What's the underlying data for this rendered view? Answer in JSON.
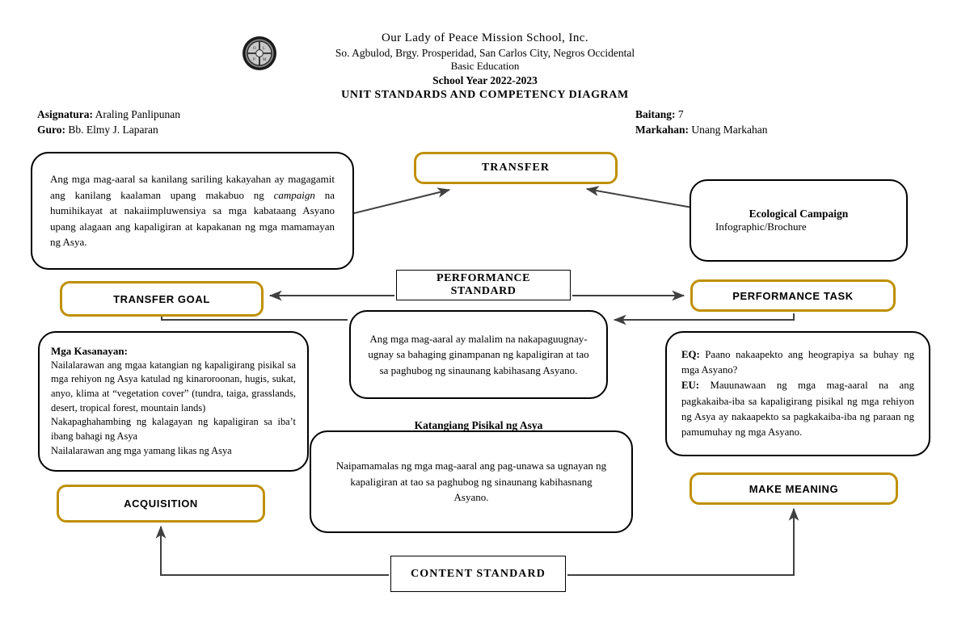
{
  "header": {
    "logo_icon": "school-seal-icon",
    "school_name": "Our Lady of Peace Mission School, Inc.",
    "address": "So. Agbulod, Brgy. Prosperidad, San Carlos City, Negros Occidental",
    "department": "Basic Education",
    "school_year": "School Year 2022-2023",
    "document_title": "UNIT STANDARDS AND COMPETENCY DIAGRAM"
  },
  "meta": {
    "subject_label": "Asignatura:",
    "subject_value": "Araling Panlipunan",
    "teacher_label": "Guro:",
    "teacher_value": "Bb. Elmy J. Laparan",
    "grade_label": "Baitang:",
    "grade_value": "7",
    "quarter_label": "Markahan:",
    "quarter_value": "Unang Markahan"
  },
  "diagram": {
    "transfer_goal_statement": {
      "part1": "Ang mga mag-aaral sa kanilang sariling kakayahan ay magagamit ang kanilang kaalaman upang makabuo ng ",
      "emphasis": "campaign",
      "part2": " na humihikayat at nakaiimpluwensiya sa mga kabataang Asyano upang alagaan ang kapaligiran at kapakanan ng mga mamamayan ng Asya."
    },
    "transfer_label": "TRANSFER",
    "performance_product": {
      "title": "Ecological Campaign",
      "subtitle": "Infographic/Brochure"
    },
    "transfer_goal_label": "TRANSFER GOAL",
    "performance_standard_label": "PERFORMANCE STANDARD",
    "performance_task_label": "PERFORMANCE TASK",
    "skills": {
      "heading": "Mga Kasanayan:",
      "items": [
        "Nailalarawan ang mgaa katangian ng kapaligirang pisikal sa mga rehiyon ng Asya katulad ng kinaroroonan, hugis, sukat, anyo, klima at “vegetation cover” (tundra, taiga, grasslands, desert, tropical forest, mountain lands)",
        "Nakapaghahambing ng kalagayan ng kapaligiran sa iba’t ibang bahagi ng Asya",
        "Nailalarawan ang mga yamang likas ng Asya"
      ]
    },
    "performance_standard_statement": "Ang mga mag-aaral ay malalim na nakapaguugnay-ugnay sa bahaging ginampanan ng kapaligiran at tao sa paghubog ng sinaunang kabihasang Asyano.",
    "essential_question_label": "EQ:",
    "essential_question": "Paano nakaapekto ang heograpiya sa buhay ng mga Asyano?",
    "enduring_understanding_label": "EU:",
    "enduring_understanding": "Mauunawaan ng mga mag-aaral na ang pagkakaiba-iba sa kapaligirang pisikal ng mga rehiyon ng Asya ay nakaapekto sa pagkakaiba-iba ng paraan ng pamumuhay ng mga Asyano.",
    "topic_caption": "Katangiang Pisikal ng Asya",
    "content_standard_statement": "Naipamamalas ng mga mag-aaral ang pag-unawa sa ugnayan ng kapaligiran at tao sa paghubog ng sinaunang kabihasnang Asyano.",
    "acquisition_label": "ACQUISITION",
    "make_meaning_label": "MAKE MEANING",
    "content_standard_label": "CONTENT STANDARD"
  },
  "colors": {
    "gold_accent": "#bf9000",
    "outline": "#000000",
    "arrow": "#404040",
    "page_background": "#ffffff"
  }
}
